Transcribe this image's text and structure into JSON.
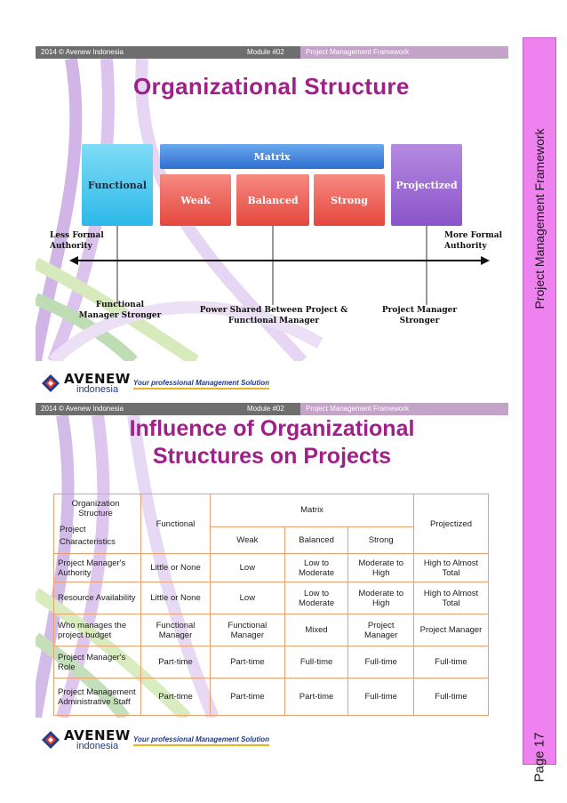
{
  "sidebar": {
    "title": "Project Management Framework",
    "page": "Page 17"
  },
  "slide1": {
    "header": {
      "left": "2014 © Avenew Indonesia",
      "module": "Module #02",
      "right": "Project Management Framework"
    },
    "title": "Organizational Structure",
    "boxes": {
      "functional": "Functional",
      "matrix": "Matrix",
      "weak": "Weak",
      "balanced": "Balanced",
      "strong": "Strong",
      "projectized": "Projectized"
    },
    "labels": {
      "less_formal_1": "Less Formal",
      "less_formal_2": "Authority",
      "more_formal_1": "More Formal",
      "more_formal_2": "Authority",
      "fm_stronger_1": "Functional",
      "fm_stronger_2": "Manager Stronger",
      "power_shared_1": "Power Shared Between Project &",
      "power_shared_2": "Functional Manager",
      "pm_stronger_1": "Project Manager",
      "pm_stronger_2": "Stronger"
    }
  },
  "slide2": {
    "header": {
      "left": "2014 © Avenew Indonesia",
      "module": "Module #02",
      "right": "Project Management Framework"
    },
    "title_line1": "Influence of Organizational",
    "title_line2": "Structures on Projects",
    "table": {
      "corner_top": "Organization Structure",
      "corner_bottom_1": "Project",
      "corner_bottom_2": "Characteristics",
      "col_functional": "Functional",
      "col_matrix": "Matrix",
      "col_projectized": "Projectized",
      "sub_weak": "Weak",
      "sub_balanced": "Balanced",
      "sub_strong": "Strong",
      "rows": [
        {
          "label": "Project Manager's Authority",
          "cells": [
            "Little or None",
            "Low",
            "Low to Moderate",
            "Moderate to High",
            "High to Almost Total"
          ]
        },
        {
          "label": "Resource Availability",
          "cells": [
            "Little or None",
            "Low",
            "Low to Moderate",
            "Moderate to High",
            "High to Almost Total"
          ]
        },
        {
          "label": "Who manages the project budget",
          "cells": [
            "Functional Manager",
            "Functional Manager",
            "Mixed",
            "Project Manager",
            "Project Manager"
          ]
        },
        {
          "label": "Project Manager's Role",
          "cells": [
            "Part-time",
            "Part-time",
            "Full-time",
            "Full-time",
            "Full-time"
          ]
        },
        {
          "label": "Project Management Administrative Staff",
          "cells": [
            "Part-time",
            "Part-time",
            "Part-time",
            "Full-time",
            "Full-time"
          ]
        }
      ]
    }
  },
  "footer": {
    "brand": "AVENEW",
    "sub": "indonesia",
    "tagline": "Your professional Management Solution"
  },
  "colors": {
    "title": "#a0208a",
    "sidebar": "#ee82ee",
    "functional_box": "#2cb8e8",
    "matrix_box": "#2f6fd0",
    "red_boxes": "#e5473e",
    "projectized_box": "#8a55c8",
    "table_border": "#e8a070"
  }
}
